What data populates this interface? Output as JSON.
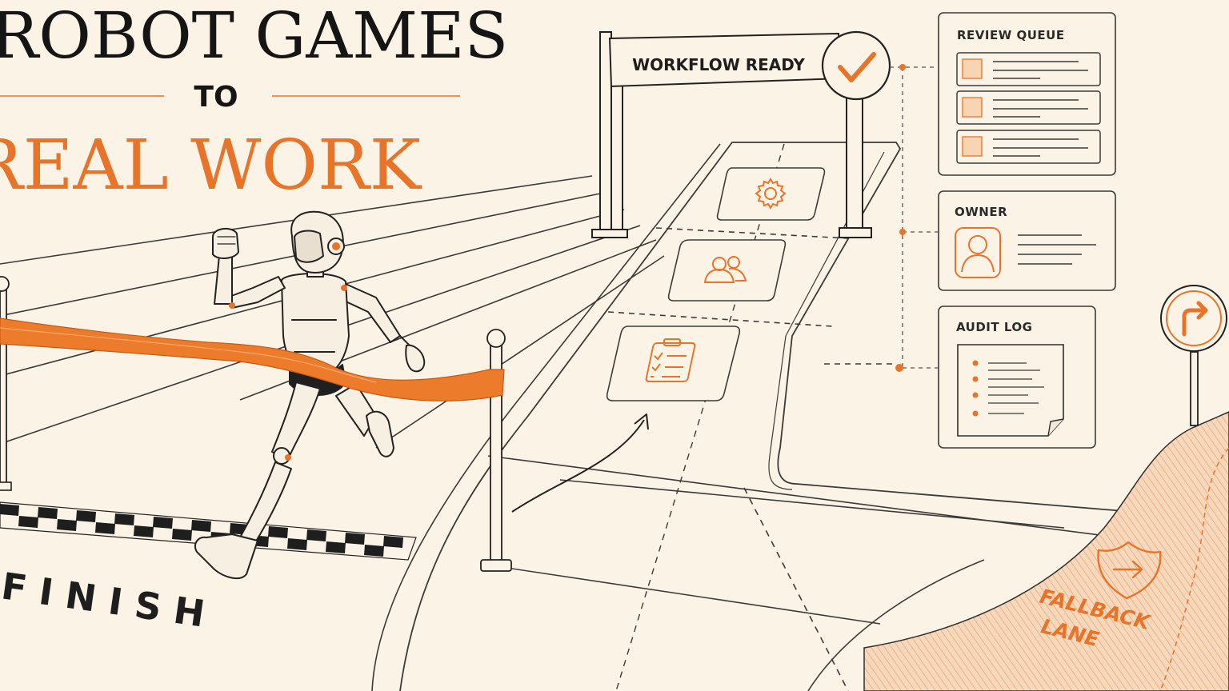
{
  "headline": {
    "line1": "ROBOT GAMES",
    "connector": "TO",
    "line2": "REAL WORK"
  },
  "finish_label": "FINISH",
  "gate": {
    "label": "WORKFLOW READY",
    "icon": "checkmark-icon"
  },
  "lane_tiles": [
    {
      "icon": "gear-icon"
    },
    {
      "icon": "people-icon"
    },
    {
      "icon": "clipboard-checklist-icon"
    }
  ],
  "panels": {
    "review_queue": {
      "title": "REVIEW QUEUE",
      "item_count": 3
    },
    "owner": {
      "title": "OWNER",
      "icon": "person-icon"
    },
    "audit_log": {
      "title": "AUDIT LOG",
      "icon": "document-icon"
    }
  },
  "fallback": {
    "line1": "FALLBACK",
    "line2": "LANE",
    "sign_icon": "turn-right-arrow-icon",
    "badge_icon": "shield-arrow-icon"
  },
  "colors": {
    "background": "#fbf4e6",
    "accent": "#e8742a",
    "ink": "#1e1e1e",
    "accent_fill": "#f7dcc3"
  }
}
